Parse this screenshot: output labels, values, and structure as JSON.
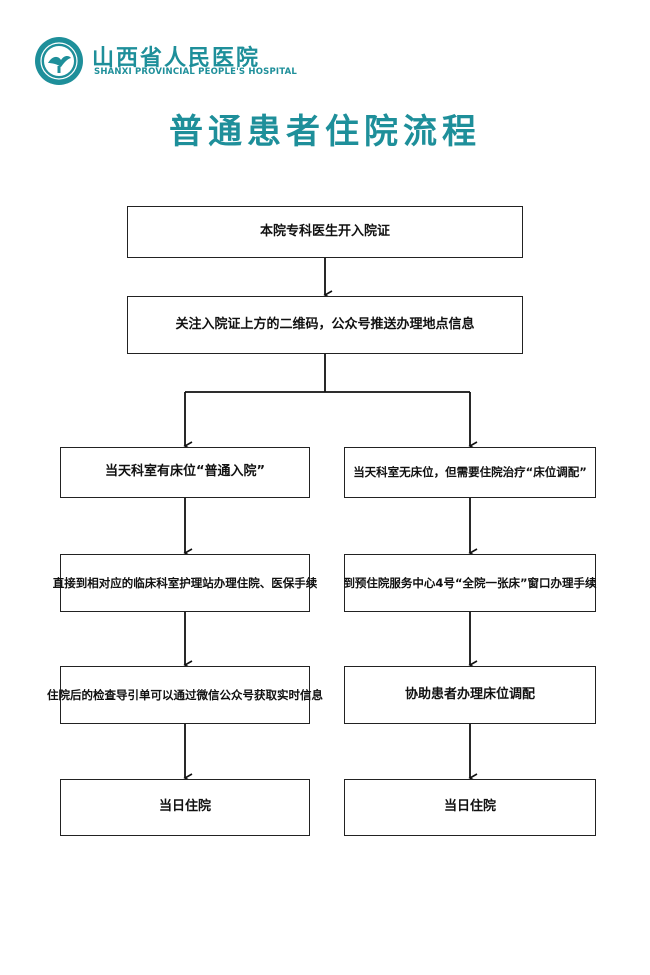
{
  "header": {
    "hospital_name": "山西省人民医院",
    "hospital_name_en": "SHANXI PROVINCIAL PEOPLE'S HOSPITAL",
    "brand_color": "#1e8f9a"
  },
  "title": "普通患者住院流程",
  "steps": {
    "step1": "本院专科医生开入院证",
    "step2": "关注入院证上方的二维码，公众号推送办理地点信息"
  },
  "branches": {
    "left": {
      "condition": "当天科室有床位“普通入院”",
      "action": "直接到相对应的临床科室护理站办理住院、医保手续",
      "follow_up": "住院后的检查导引单可以通过微信公众号获取实时信息",
      "result": "当日住院"
    },
    "right": {
      "condition": "当天科室无床位，但需要住院治疗“床位调配”",
      "action": "到预住院服务中心4号“全院一张床”窗口办理手续",
      "follow_up": "协助患者办理床位调配",
      "result": "当日住院"
    }
  }
}
